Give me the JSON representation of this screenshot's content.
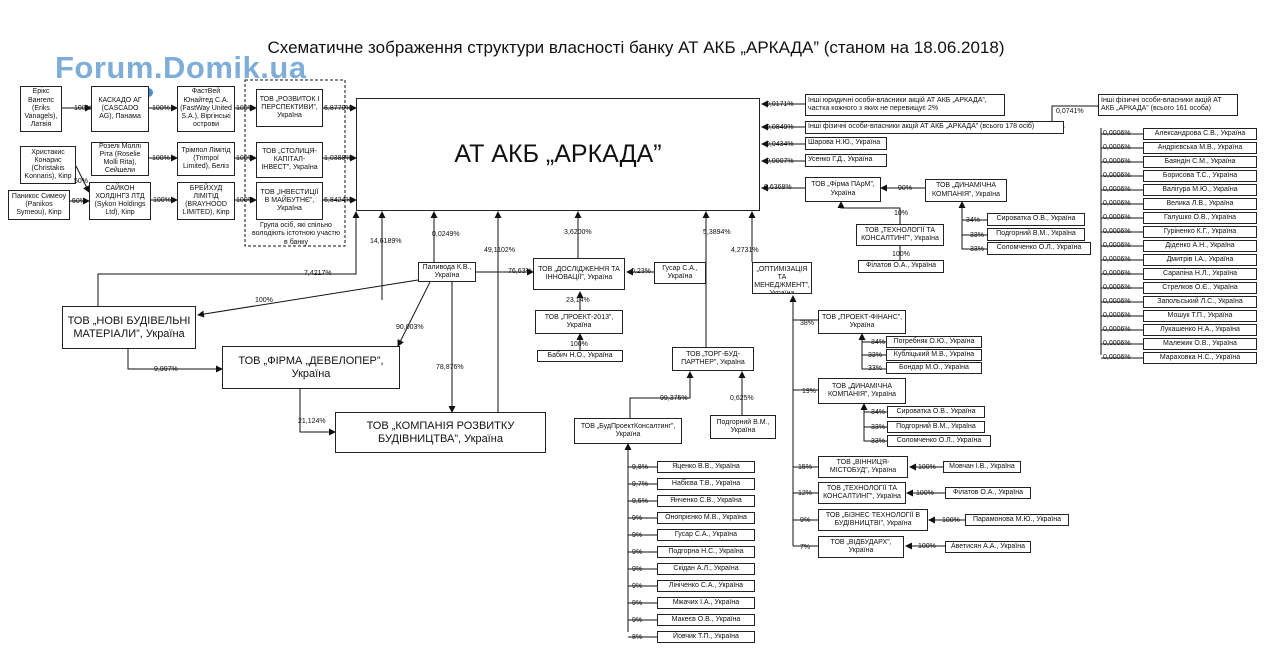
{
  "title": "Схематичне зображення структури власності банку АТ АКБ „АРКАДА” (станом на 18.06.2018)",
  "watermark": "Forum.Domik.ua",
  "watermark_dot_colors": [
    "#4d8fc9",
    "#a8c84a",
    "#e07a8a"
  ],
  "bank": "АТ АКБ „АРКАДА”",
  "top_left": {
    "erik": "Ерікс Вангелс (Eriks Vanagels), Латвія",
    "kaskado": "КАСКАДО АГ (CASCADO AG), Панама",
    "fastway": "ФастВей Юнайтед С.А. (FastWay United S.A.), Віргінські острови",
    "rozvytok": "ТОВ „РОЗВИТОК І ПЕРСПЕКТИВИ”, Україна",
    "christakis": "Христакис Конарис (Christakis Konnaris), Кіпр",
    "panikos": "Паникос Симеоу (Panikos Symeou), Кіпр",
    "rozeli": "Розелі Моллі Ріта (Roselie Molli Rita), Сейшели",
    "trimpol": "Трімпол Лімітід (Trimpol Limited), Беліз",
    "stolytsia": "ТОВ „СТОЛИЦЯ-КАПІТАЛ-ІНВЕСТ”, Україна",
    "saikon": "САЙКОН ХОЛДІНГЗ ЛТД (Sykon Holdings Ltd), Кіпр",
    "breikhud": "БРЕЙХУД ЛІМІТІД (BRAYHOOD LIMITED), Кіпр",
    "investytsii": "ТОВ „ІНВЕСТИЦІЇ В МАЙБУТНЄ”, Україна",
    "group_note": "Група осіб, які спільно володіють істотною участю в банку"
  },
  "right_top": {
    "yur_osoby": "Інші юридичні особи-власники акцій АТ АКБ „АРКАДА”, частка кожного з яких не перевищує 2%",
    "fiz_178": "Інші фізичні особи-власники акцій АТ АКБ „АРКАДА” (всього 178 осіб)",
    "fiz_161": "Інші фізичні особи-власники акцій АТ АКБ „АРКАДА” (всього 161 особа)",
    "sharova": "Шарова Н.Ю., Україна",
    "usenko": "Усенко Г.Д., Україна",
    "firma_parm": "ТОВ „Фірма ПАрМ”, Україна",
    "dyn_komp": "ТОВ „ДИНАМІЧНА КОМПАНІЯ”, Україна",
    "tekh_kons": "ТОВ „ТЕХНОЛОГІЇ ТА КОНСАЛТИНГ”, Україна",
    "filatov": "Філатов О.А., Україна",
    "syrovatka": "Сироватка О.В., Україна",
    "podgorny": "Подгорний В.М., Україна",
    "solomchenko": "Соломченко О.Л., Україна"
  },
  "individuals_161": [
    "Александрова С.В., Україна",
    "Андрієвська М.В., Україна",
    "Баяндін С.М., Україна",
    "Борисова Т.С., Україна",
    "Валігура М.Ю., Україна",
    "Велика Л.В., Україна",
    "Галушко О.В., Україна",
    "Гуріненко К.Г., Україна",
    "Діденко А.Н., Україна",
    "Дмитрів І.А., Україна",
    "Сарапіна Н.Л., Україна",
    "Стрелков О.Є., Україна",
    "Запольський Л.С., Україна",
    "Мошук Т.П., Україна",
    "Лукашенко Н.А., Україна",
    "Малежик О.В., Україна",
    "Мараховка Н.С., Україна"
  ],
  "middle": {
    "palyvoda": "Паливода К.В., Україна",
    "doslidzhennia": "ТОВ „ДОСЛІДЖЕННЯ ТА ІННОВАЦІЇ”, Україна",
    "gusar_top": "Гусар С.А., Україна",
    "proekt2013": "ТОВ „ПРОЕКТ-2013”, Україна",
    "babych": "Бабич Н.О., Україна",
    "optymizatsia": "ТОВ „ОПТИМІЗАЦІЯ ТА МЕНЕДЖМЕНТ”, Україна",
    "torh_bud": "ТОВ „ТОРГ-БУД-ПАРТНЕР”, Україна",
    "budproekt": "ТОВ „БудПроектКонсалтинг”, Україна",
    "podgorny_tb": "Подгорний В.М., Україна",
    "novi_bud": "ТОВ „НОВІ БУДІВЕЛЬНІ МАТЕРІАЛИ”, Україна",
    "firma_dev": "ТОВ „ФІРМА „ДЕВЕЛОПЕР”, Україна",
    "komp_rozv": "ТОВ „КОМПАНІЯ РОЗВИТКУ БУДІВНИЦТВА”, Україна"
  },
  "budproekt_owners": [
    {
      "name": "Яценко В.В., Україна",
      "pct": "9,8%"
    },
    {
      "name": "Набієва Т.В., Україна",
      "pct": "9,7%"
    },
    {
      "name": "Янченко С.В., Україна",
      "pct": "9,5%"
    },
    {
      "name": "Онопрієнко М.В., Україна",
      "pct": "9%"
    },
    {
      "name": "Гусар С.А., Україна",
      "pct": "9%"
    },
    {
      "name": "Подгорна Н.С., Україна",
      "pct": "9%"
    },
    {
      "name": "Скідан А.Л., Україна",
      "pct": "9%"
    },
    {
      "name": "Лініченко С.А., Україна",
      "pct": "9%"
    },
    {
      "name": "Мжачих І.А., Україна",
      "pct": "9%"
    },
    {
      "name": "Макеєв О.В., Україна",
      "pct": "9%"
    },
    {
      "name": "Йовчик Т.П., Україна",
      "pct": "8%"
    }
  ],
  "optim_subs": {
    "proekt_fin": "ТОВ „ПРОЕКТ-ФІНАНС”, Україна",
    "pogrebniak": "Погребняк О.Ю., Україна",
    "kublytskyi": "Кубліцький М.В., Україна",
    "bondar": "Бондар М.О., Україна",
    "dyn_komp2": "ТОВ „ДИНАМІЧНА КОМПАНІЯ”, Україна",
    "syrovatka2": "Сироватка О.В., Україна",
    "podgorny2": "Подгорний В.М., Україна",
    "solomchenko2": "Соломченко О.Л., Україна",
    "vinnytsia": "ТОВ „ВІННИЦЯ-МІСТОБУД”, Україна",
    "movchan": "Мовчан І.В., Україна",
    "tekh_kons2": "ТОВ „ТЕХНОЛОГІЇ ТА КОНСАЛТИНГ”, Україна",
    "filatov2": "Філатов О.А., Україна",
    "biznes": "ТОВ „БІЗНЕС ТЕХНОЛОГІЇ В БУДІВНИЦТВІ”, Україна",
    "paramonova": "Парамонова М.Ю., Україна",
    "vidbudarkh": "ТОВ „ВІДБУДАРХ”, Україна",
    "avetisian": "Аветисян А.А., Україна"
  },
  "pct": {
    "erik_kask": "100%",
    "kask_fast": "100%",
    "fast_rozv": "100%",
    "rozv_bank": "6,8779%",
    "roz_trim": "100%",
    "trim_stol": "100%",
    "stol_bank": "1,0388%",
    "chr": "50%",
    "pan": "50%",
    "saik_breik": "100%",
    "breik_inv": "100%",
    "inv_bank": "6,8424%",
    "yur": "0,0171%",
    "fiz178": "0,0849%",
    "fiz161": "0,0741%",
    "sharova": "0,0434%",
    "usenko": "0,0007%",
    "parm": "0,6368%",
    "dyn_parm": "90%",
    "tekh_parm": "10%",
    "filatov": "100%",
    "syr": "34%",
    "pod": "33%",
    "sol": "33%",
    "ind": "0,0006%",
    "novi_bank": "7,4217%",
    "dev_bank": "14,6189%",
    "pal_bank": "0,0249%",
    "krb_bank": "49,1102%",
    "dosl_bank": "3,6200%",
    "tb_bank": "5,3894%",
    "opt_bank": "4,2731%",
    "pal_dosl": "76,63%",
    "gus_dosl": "0,23%",
    "pr_dosl": "23,14%",
    "bab": "100%",
    "pal_novi": "100%",
    "pal_dev": "90,003%",
    "pal_krb": "78,876%",
    "novi_dev": "9,997%",
    "dev_krb": "21,124%",
    "bud_tb": "99,375%",
    "pod_tb": "0,625%",
    "pf": "38%",
    "pog": "34%",
    "kub": "33%",
    "bon": "33%",
    "dk": "19%",
    "syr2": "34%",
    "pod2": "33%",
    "sol2": "33%",
    "vin": "15%",
    "mov": "100%",
    "tk": "12%",
    "fil2": "100%",
    "biz": "9%",
    "par": "100%",
    "vid": "7%",
    "ave": "100%"
  }
}
